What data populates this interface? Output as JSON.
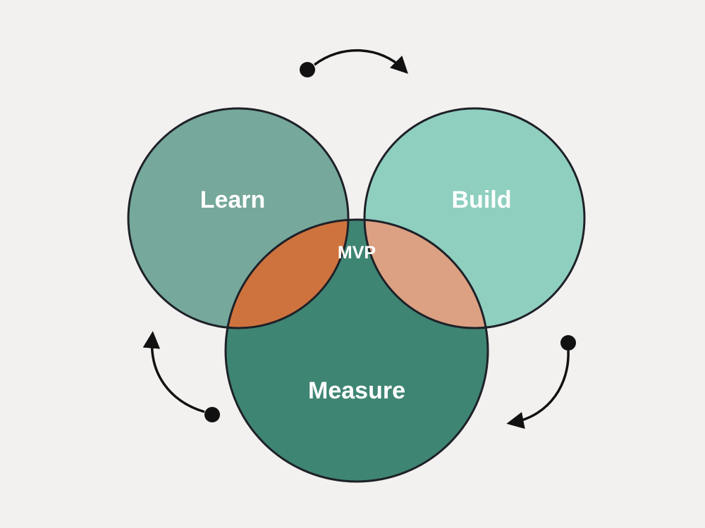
{
  "diagram": {
    "circles": [
      {
        "id": "learn",
        "label": "Learn",
        "color": "#76a89c"
      },
      {
        "id": "build",
        "label": "Build",
        "color": "#8fcfbf"
      },
      {
        "id": "measure",
        "label": "Measure",
        "color": "#3f8573"
      }
    ],
    "center_label": "MVP",
    "overlap_colors": {
      "learn_build": "#e0915f",
      "learn_measure": "#cf733e",
      "build_measure": "#dca183",
      "center": "#1f2229"
    },
    "outline_color": "#1e2128",
    "arrow_color": "#111111",
    "background": "#f3f1ef"
  }
}
